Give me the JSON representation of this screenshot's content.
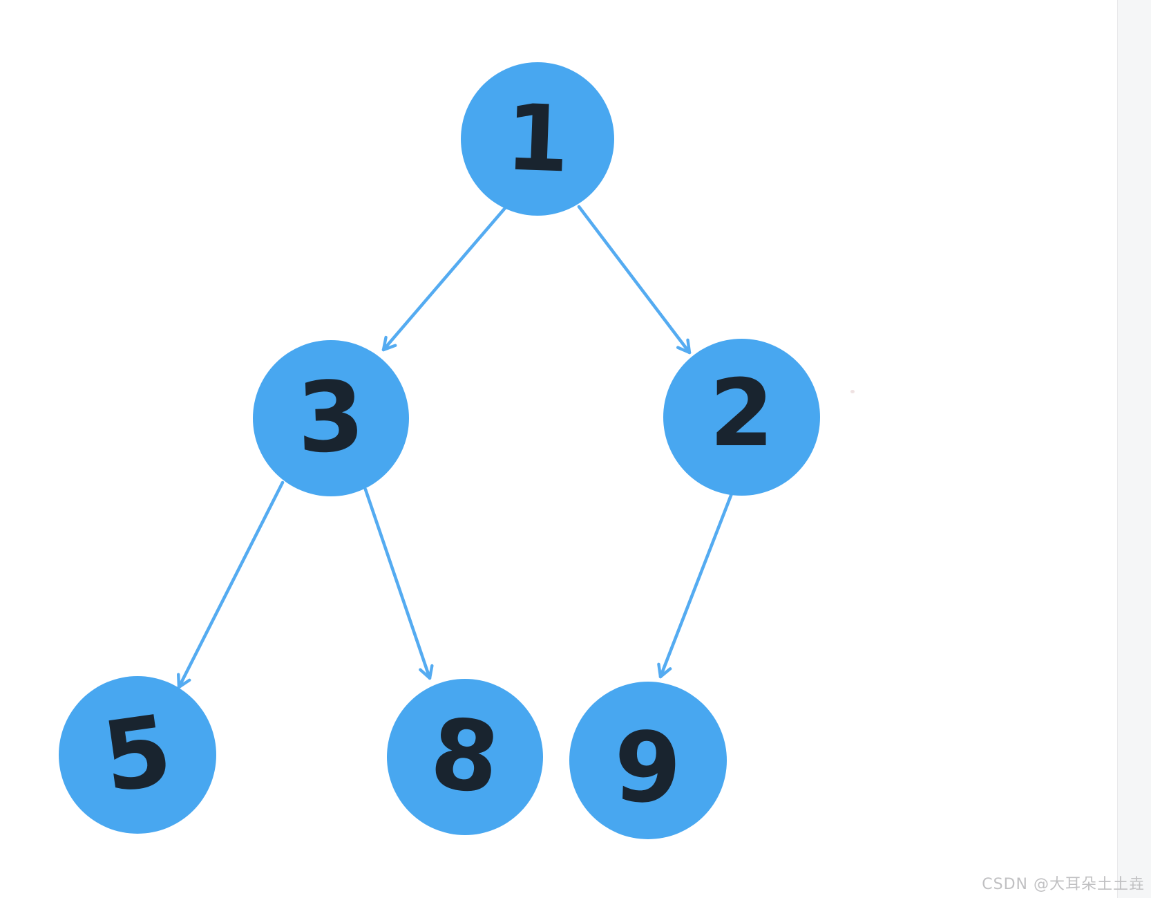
{
  "page": {
    "background": "#ffffff",
    "side_strip": {
      "color": "#f5f6f7",
      "border_color": "#e9e9eb"
    }
  },
  "tree": {
    "type": "binary-tree",
    "style": "hand-drawn",
    "node_fill": "#48a7f0",
    "edge_color": "#54abf1",
    "digit_color": "#19242f",
    "nodes": [
      {
        "id": "n1",
        "value": "1"
      },
      {
        "id": "n3",
        "value": "3"
      },
      {
        "id": "n2",
        "value": "2"
      },
      {
        "id": "n5",
        "value": "5"
      },
      {
        "id": "n8",
        "value": "8"
      },
      {
        "id": "n9",
        "value": "9"
      }
    ],
    "edges": [
      {
        "from": "1",
        "to": "3"
      },
      {
        "from": "1",
        "to": "2"
      },
      {
        "from": "3",
        "to": "5"
      },
      {
        "from": "3",
        "to": "8"
      },
      {
        "from": "2",
        "to": "9"
      }
    ]
  },
  "watermark": {
    "text": "CSDN @大耳朵土土垚",
    "color": "#c0c0c2"
  }
}
